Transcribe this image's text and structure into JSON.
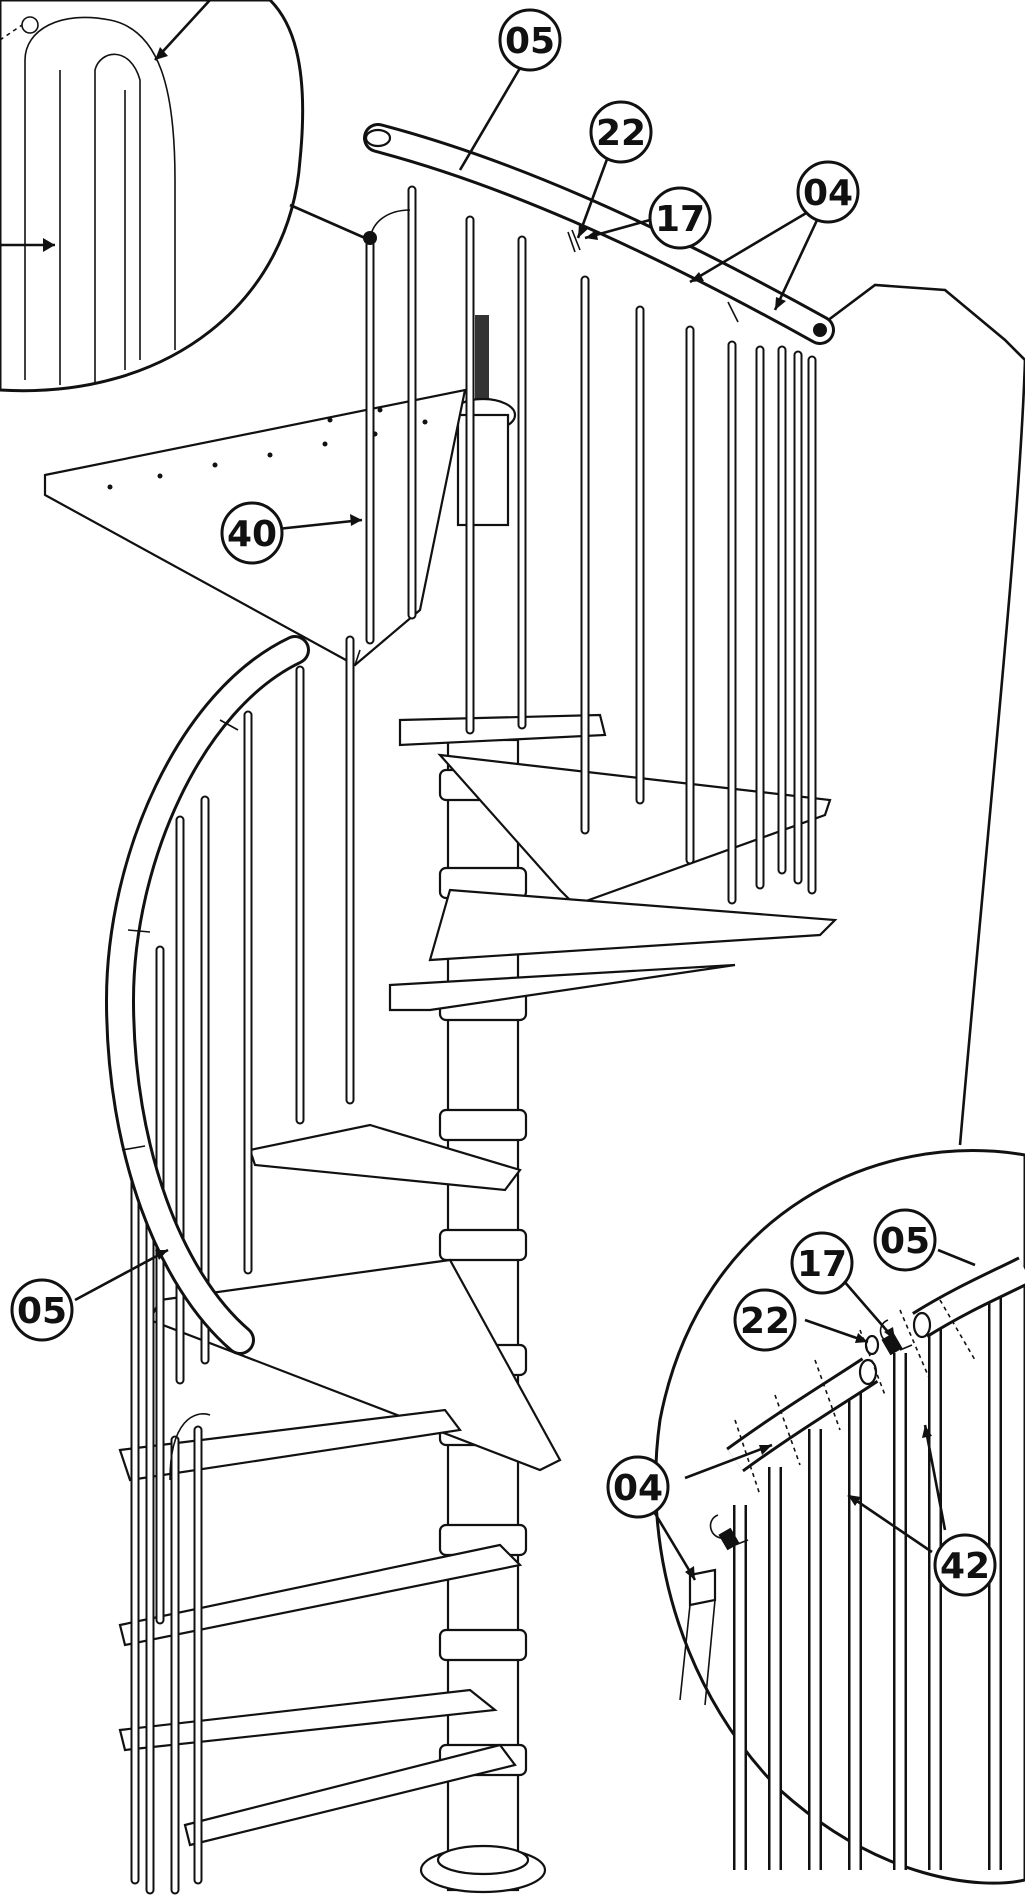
{
  "diagram": {
    "callouts": [
      {
        "id": "callout-05-top",
        "text": "05"
      },
      {
        "id": "callout-22-top",
        "text": "22"
      },
      {
        "id": "callout-17-top",
        "text": "17"
      },
      {
        "id": "callout-04-top",
        "text": "04"
      },
      {
        "id": "callout-40",
        "text": "40"
      },
      {
        "id": "callout-05-left",
        "text": "05"
      },
      {
        "id": "callout-05-detail",
        "text": "05"
      },
      {
        "id": "callout-17-detail",
        "text": "17"
      },
      {
        "id": "callout-22-detail",
        "text": "22"
      },
      {
        "id": "callout-04-detail",
        "text": "04"
      },
      {
        "id": "callout-42-detail",
        "text": "42"
      }
    ]
  }
}
